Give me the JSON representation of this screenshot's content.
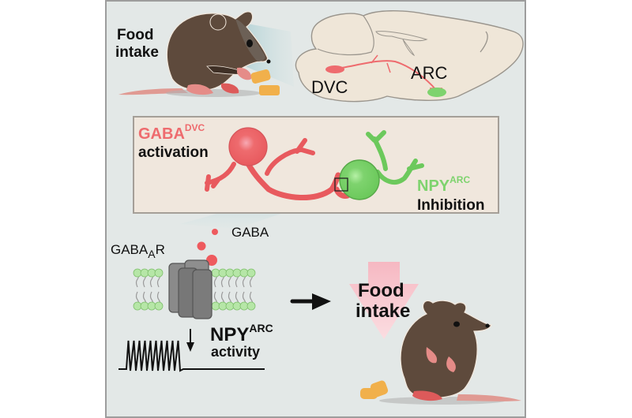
{
  "colors": {
    "background": "#e3e8e7",
    "frame_border": "#9d9d9d",
    "brain_fill": "#efe6d8",
    "brain_outline": "#9a958d",
    "gaba_red": "#ee6b6e",
    "npy_green": "#7ed36e",
    "mouse_brown": "#5e4a3c",
    "mouse_dark": "#3f3026",
    "mouse_pink": "#e58c88",
    "food_orange": "#f1b04b",
    "down_arrow_pink": "#f7c1c9",
    "membrane_green": "#b6e6a7",
    "channel_gray": "#7b7b7b",
    "text_black": "#111111"
  },
  "top_panel": {
    "food_label_line1": "Food",
    "food_label_line2": "intake",
    "brain_region_dvc": "DVC",
    "brain_region_arc": "ARC"
  },
  "neuron_panel": {
    "gaba_label": "GABA",
    "gaba_superscript": "DVC",
    "gaba_action": "activation",
    "npy_label": "NPY",
    "npy_superscript": "ARC",
    "npy_action": "Inhibition"
  },
  "synapse_panel": {
    "receptor_label": "GABA",
    "receptor_subscript": "A",
    "receptor_suffix": "R",
    "neurotransmitter_label": "GABA",
    "activity_label": "NPY",
    "activity_superscript": "ARC",
    "activity_word": "activity"
  },
  "outcome_panel": {
    "food_label_line1": "Food",
    "food_label_line2": "intake",
    "direction": "decrease"
  }
}
